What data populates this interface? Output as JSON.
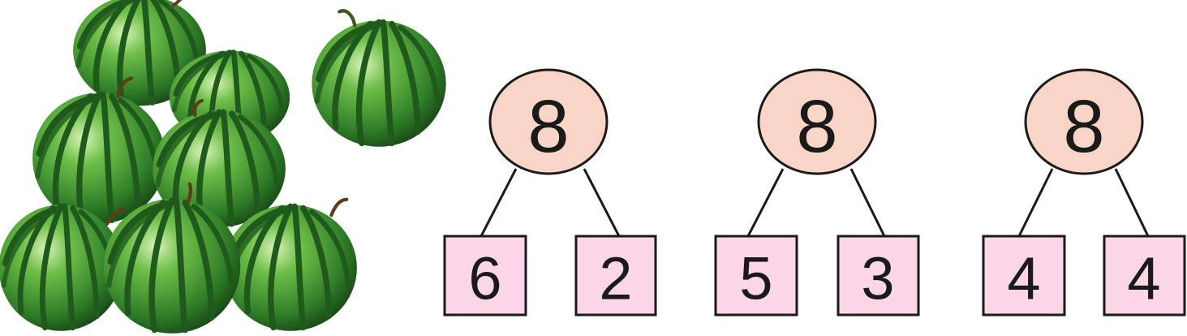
{
  "colors": {
    "whole_circle_fill": "#f8d5c6",
    "part_box_fill": "#fad6e6",
    "stroke": "#1a1a1a",
    "watermelon_dark": "#1f5a1c",
    "watermelon_light": "#6fbf4a"
  },
  "illustration": {
    "pile_icon": "watermelon-pile-icon",
    "single_icon": "watermelon-icon"
  },
  "number_bonds": [
    {
      "whole": "8",
      "parts": [
        "6",
        "2"
      ]
    },
    {
      "whole": "8",
      "parts": [
        "5",
        "3"
      ]
    },
    {
      "whole": "8",
      "parts": [
        "4",
        "4"
      ]
    }
  ]
}
